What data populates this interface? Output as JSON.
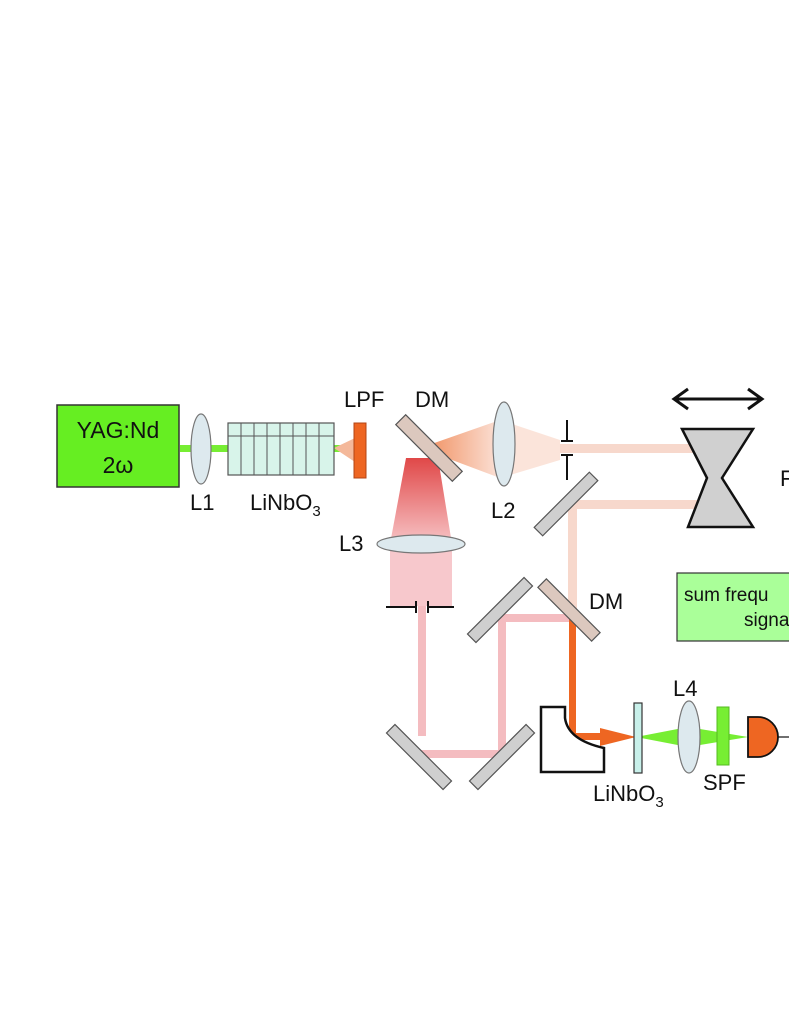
{
  "laser": {
    "name": "YAG:Nd",
    "harmonic": "2ω",
    "color": "#66ee22"
  },
  "labels": {
    "l1": "L1",
    "l2": "L2",
    "l3": "L3",
    "l4": "L4",
    "crystal1": "LiNbO",
    "crystal1_sub": "3",
    "crystal2": "LiNbO",
    "crystal2_sub": "3",
    "lpf": "LPF",
    "dm_top": "DM",
    "dm_mid": "DM",
    "spf": "SPF",
    "prism_partial": "F"
  },
  "signal_box": {
    "line1": "sum frequ",
    "line2": "signal",
    "color": "#aaff99"
  },
  "colors": {
    "green_beam": "#77ee33",
    "orange_beam": "#ee6622",
    "pink_beam": "#f4bcc0",
    "peach_beam": "#f7d8cc",
    "mirror": "#cfcfcf",
    "dichroic": "#dcc8be",
    "lens": "#dde9ee",
    "crystal_fill": "#d8f4ea",
    "filter_orange": "#ee6622",
    "filter_green": "#77ee33"
  }
}
